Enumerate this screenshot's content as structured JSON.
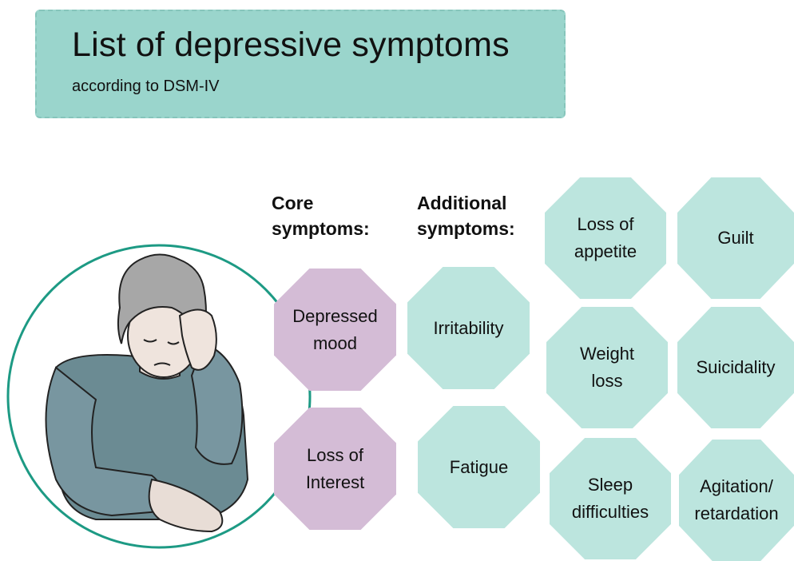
{
  "header": {
    "title": "List of depressive symptoms",
    "subtitle": "according to DSM-IV"
  },
  "columns": {
    "core_heading": "Core\nsymptoms:",
    "additional_heading": "Additional\nsymptoms:"
  },
  "core_symptoms": [
    "Depressed\nmood",
    "Loss of\nInterest"
  ],
  "additional_symptoms": [
    "Irritability",
    "Fatigue",
    "Loss of\nappetite",
    "Weight\nloss",
    "Sleep\ndifficulties",
    "Guilt",
    "Suicidality",
    "Agitation/\nretardation"
  ],
  "colors": {
    "title_box": "#9ad5cc",
    "core": "#d4bcd6",
    "additional": "#bce5de",
    "circle": "#1d9a84"
  },
  "icons": {
    "illustration": "person-holding-head-icon"
  }
}
